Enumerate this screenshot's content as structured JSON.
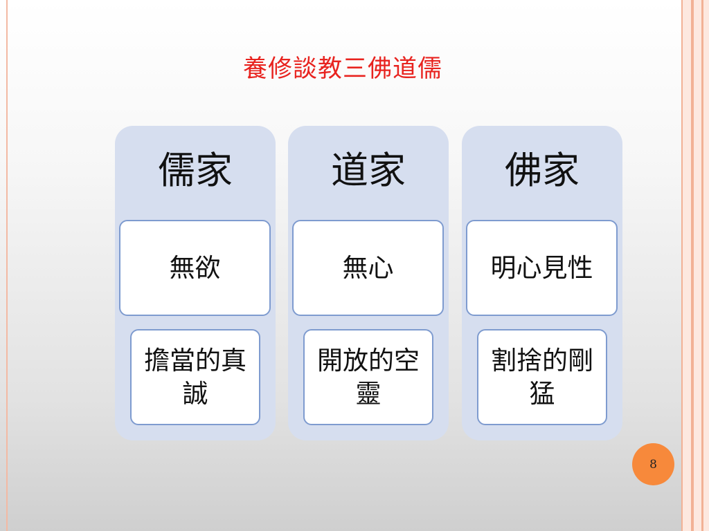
{
  "slide": {
    "title": "養修談教三佛道儒",
    "page_number": "8"
  },
  "columns": [
    {
      "header": "儒家",
      "level1": "無欲",
      "level2": "擔當的真誠"
    },
    {
      "header": "道家",
      "level1": "無心",
      "level2": "開放的空靈"
    },
    {
      "header": "佛家",
      "level1": "明心見性",
      "level2": "割捨的剛猛"
    }
  ],
  "colors": {
    "title": "#e8231f",
    "column_fill": "#d6deef",
    "box_border": "#7e9bcf",
    "page_badge": "#f7893b",
    "accent_border": "#f2b195"
  }
}
